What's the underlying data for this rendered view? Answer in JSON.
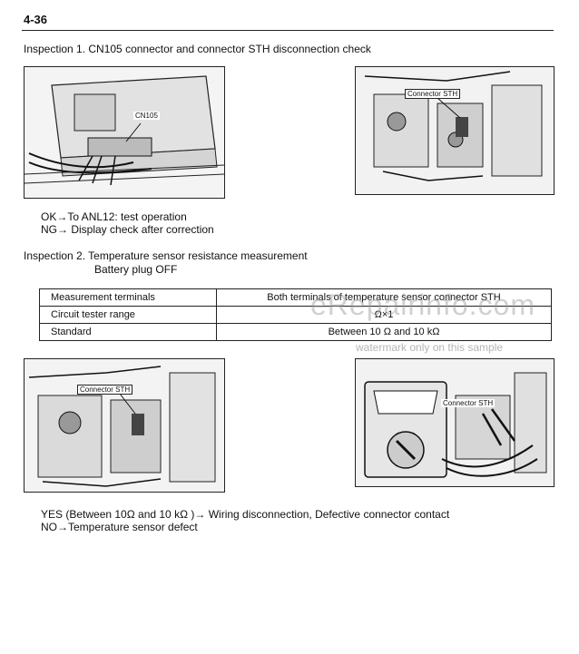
{
  "page_number": "4-36",
  "inspection1": {
    "heading": "Inspection 1.   CN105 connector and connector STH disconnection check",
    "fig_left_label": "CN105",
    "fig_right_label": "Connector STH",
    "result_ok": "OK→To ANL12: test operation",
    "result_ng": "NG→ Display check after correction"
  },
  "inspection2": {
    "heading_line1": "Inspection 2.   Temperature sensor resistance measurement",
    "heading_line2": "Battery plug OFF",
    "table": [
      {
        "label": "Measurement terminals",
        "value": "Both terminals of temperature sensor connector STH"
      },
      {
        "label": "Circuit tester range",
        "value": "Ω×1"
      },
      {
        "label": "Standard",
        "value": "Between 10 Ω and 10 kΩ"
      }
    ],
    "fig_left_label": "Connector STH",
    "fig_right_label": "Connector STH",
    "result_yes": "YES (Between 10Ω  and 10 kΩ  )→  Wiring disconnection, Defective connector contact",
    "result_no": "NO→Temperature sensor defect"
  },
  "watermark": {
    "main": "eRepairinfo.com",
    "sub": "watermark only on this sample"
  }
}
